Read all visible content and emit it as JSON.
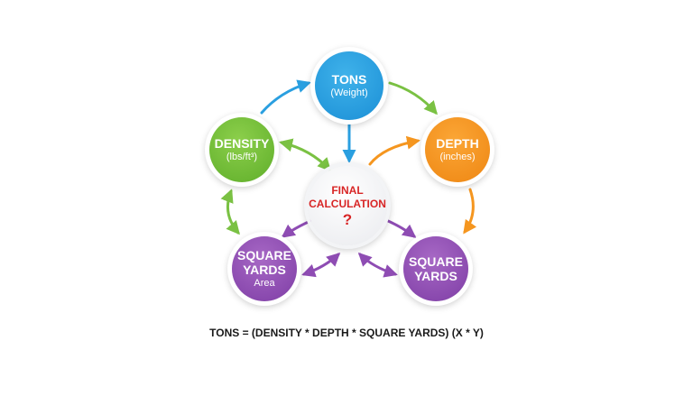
{
  "nodes": {
    "tons": {
      "title": "TONS",
      "subtitle": "(Weight)",
      "color": "#2aa0e0"
    },
    "density": {
      "title": "DENSITY",
      "subtitle": "(lbs/ft³)",
      "color": "#6fbd38"
    },
    "depth": {
      "title": "DEPTH",
      "subtitle": "(inches)",
      "color": "#f5961f"
    },
    "square_yards_area": {
      "title_line1": "SQUARE",
      "title_line2": "YARDS",
      "subtitle": "Area",
      "color": "#8e4cb3"
    },
    "square_yards": {
      "title_line1": "SQUARE",
      "title_line2": "YARDS",
      "color": "#8e4cb3"
    },
    "final": {
      "title_line1": "FINAL",
      "title_line2": "CALCULATION",
      "mark": "?",
      "color": "#d82626"
    }
  },
  "formula": "TONS = (DENSITY * DEPTH * SQUARE YARDS) (X * Y)",
  "arrow_colors": {
    "blue": "#2a9fe0",
    "green": "#7ac143",
    "orange": "#f5961f",
    "purple": "#8e4cb3"
  }
}
